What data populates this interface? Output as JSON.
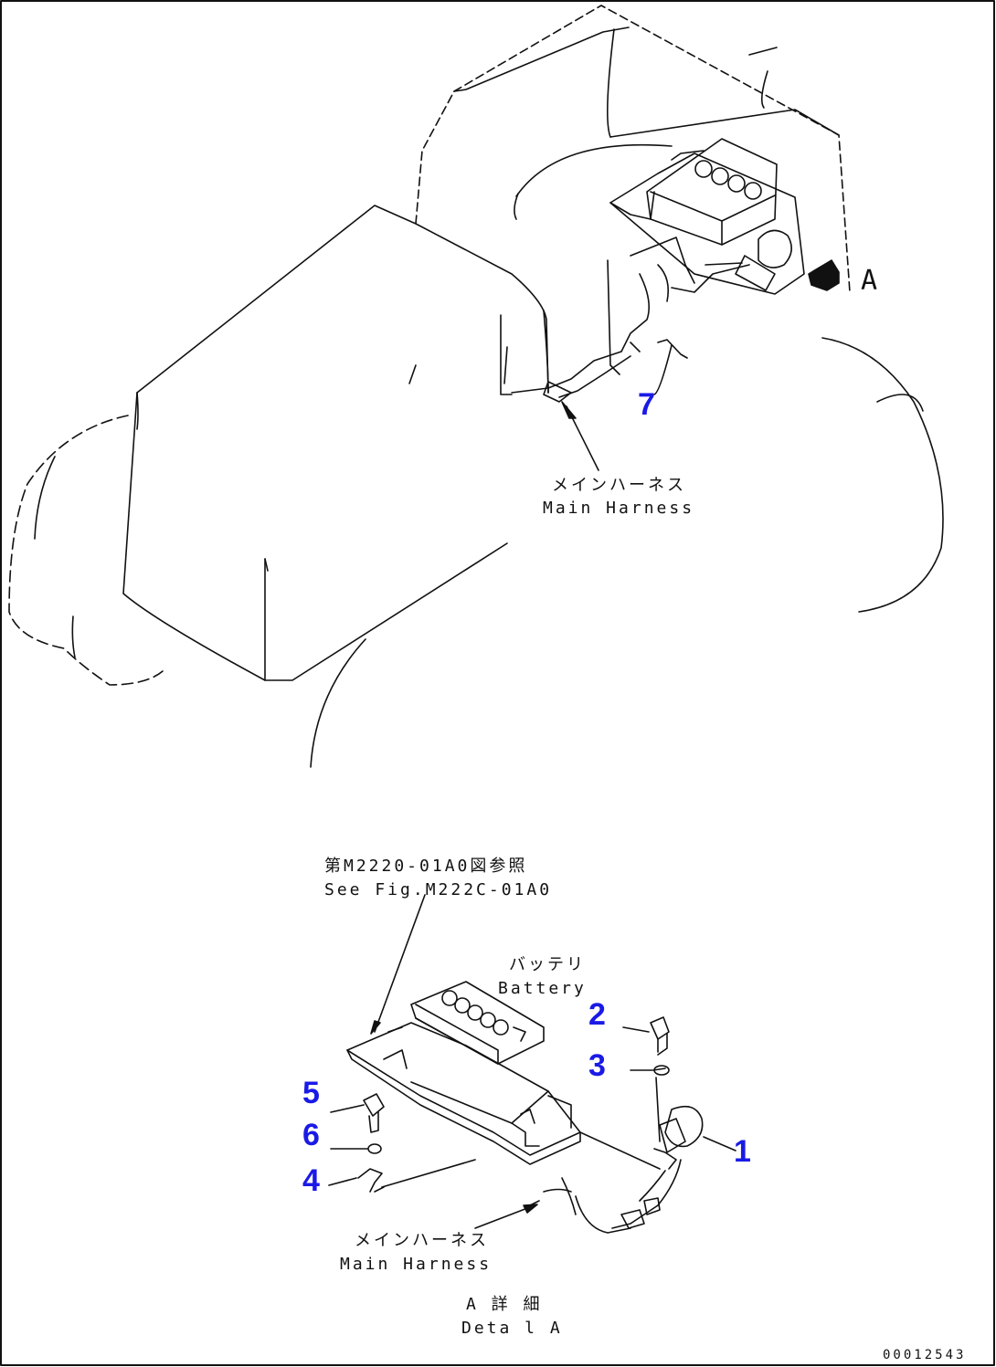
{
  "labels": {
    "main_harness_top_jp": "メインハーネス",
    "main_harness_top_en": "Main Harness",
    "see_fig_jp": "第M2220-01A0図参照",
    "see_fig_en": "See Fig.M222C-01A0",
    "battery_jp": "バッテリ",
    "battery_en": "Battery",
    "main_harness_bottom_jp": "メインハーネス",
    "main_harness_bottom_en": "Main Harness",
    "detail_jp": "A 詳 細",
    "detail_en": "Deta l A",
    "view_letter": "A",
    "drawing_number": "00012543"
  },
  "callouts": {
    "c1": "1",
    "c2": "2",
    "c3": "3",
    "c4": "4",
    "c5": "5",
    "c6": "6",
    "c7": "7"
  },
  "colors": {
    "line": "#111111",
    "callout": "#1a1ae6"
  }
}
